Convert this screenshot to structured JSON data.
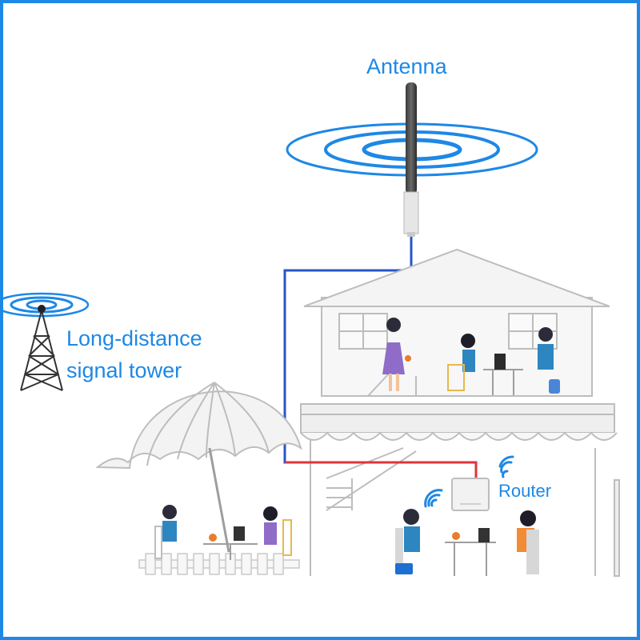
{
  "labels": {
    "antenna": "Antenna",
    "tower_line1": "Long-distance",
    "tower_line2": "signal tower",
    "router": "Router"
  },
  "colors": {
    "accent": "#1e88e5",
    "cable_blue": "#2855c8",
    "cable_red": "#e0333c",
    "structure_grey": "#bdbdbd",
    "fill_light": "#f4f4f4"
  },
  "icons": [
    "antenna-icon",
    "signal-tower-icon",
    "router-icon",
    "wifi-icon",
    "umbrella-icon",
    "house-icon"
  ]
}
